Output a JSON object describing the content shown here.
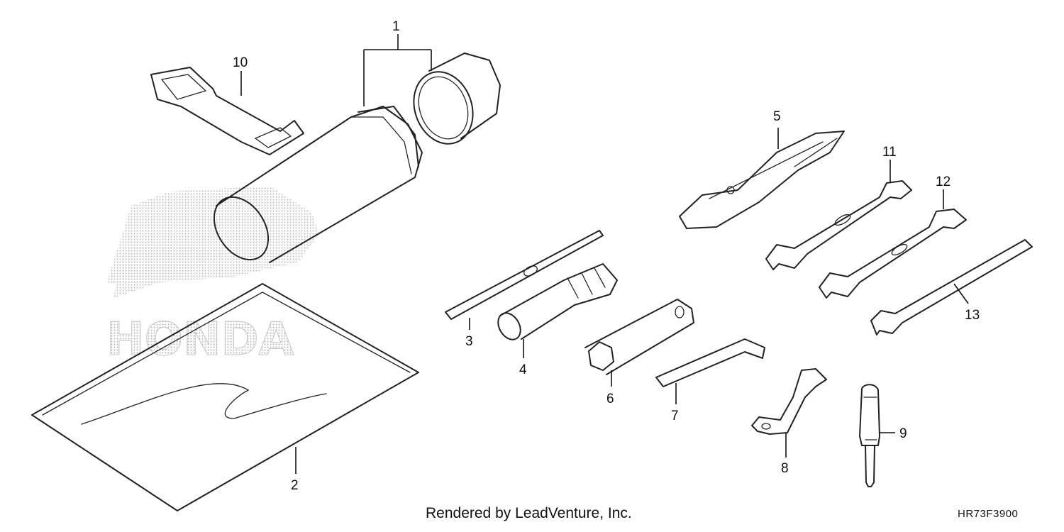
{
  "callouts": [
    "1",
    "2",
    "3",
    "4",
    "5",
    "6",
    "7",
    "8",
    "9",
    "10",
    "11",
    "12",
    "13"
  ],
  "footer": {
    "credit": "Rendered by LeadVenture, Inc.",
    "diagram_code": "HR73F3900"
  },
  "watermark": {
    "icon": "honda-wing-logo",
    "wordmark": "HONDA",
    "color": "#b9b9b9"
  },
  "colors": {
    "line": "#222222",
    "background": "#ffffff"
  }
}
